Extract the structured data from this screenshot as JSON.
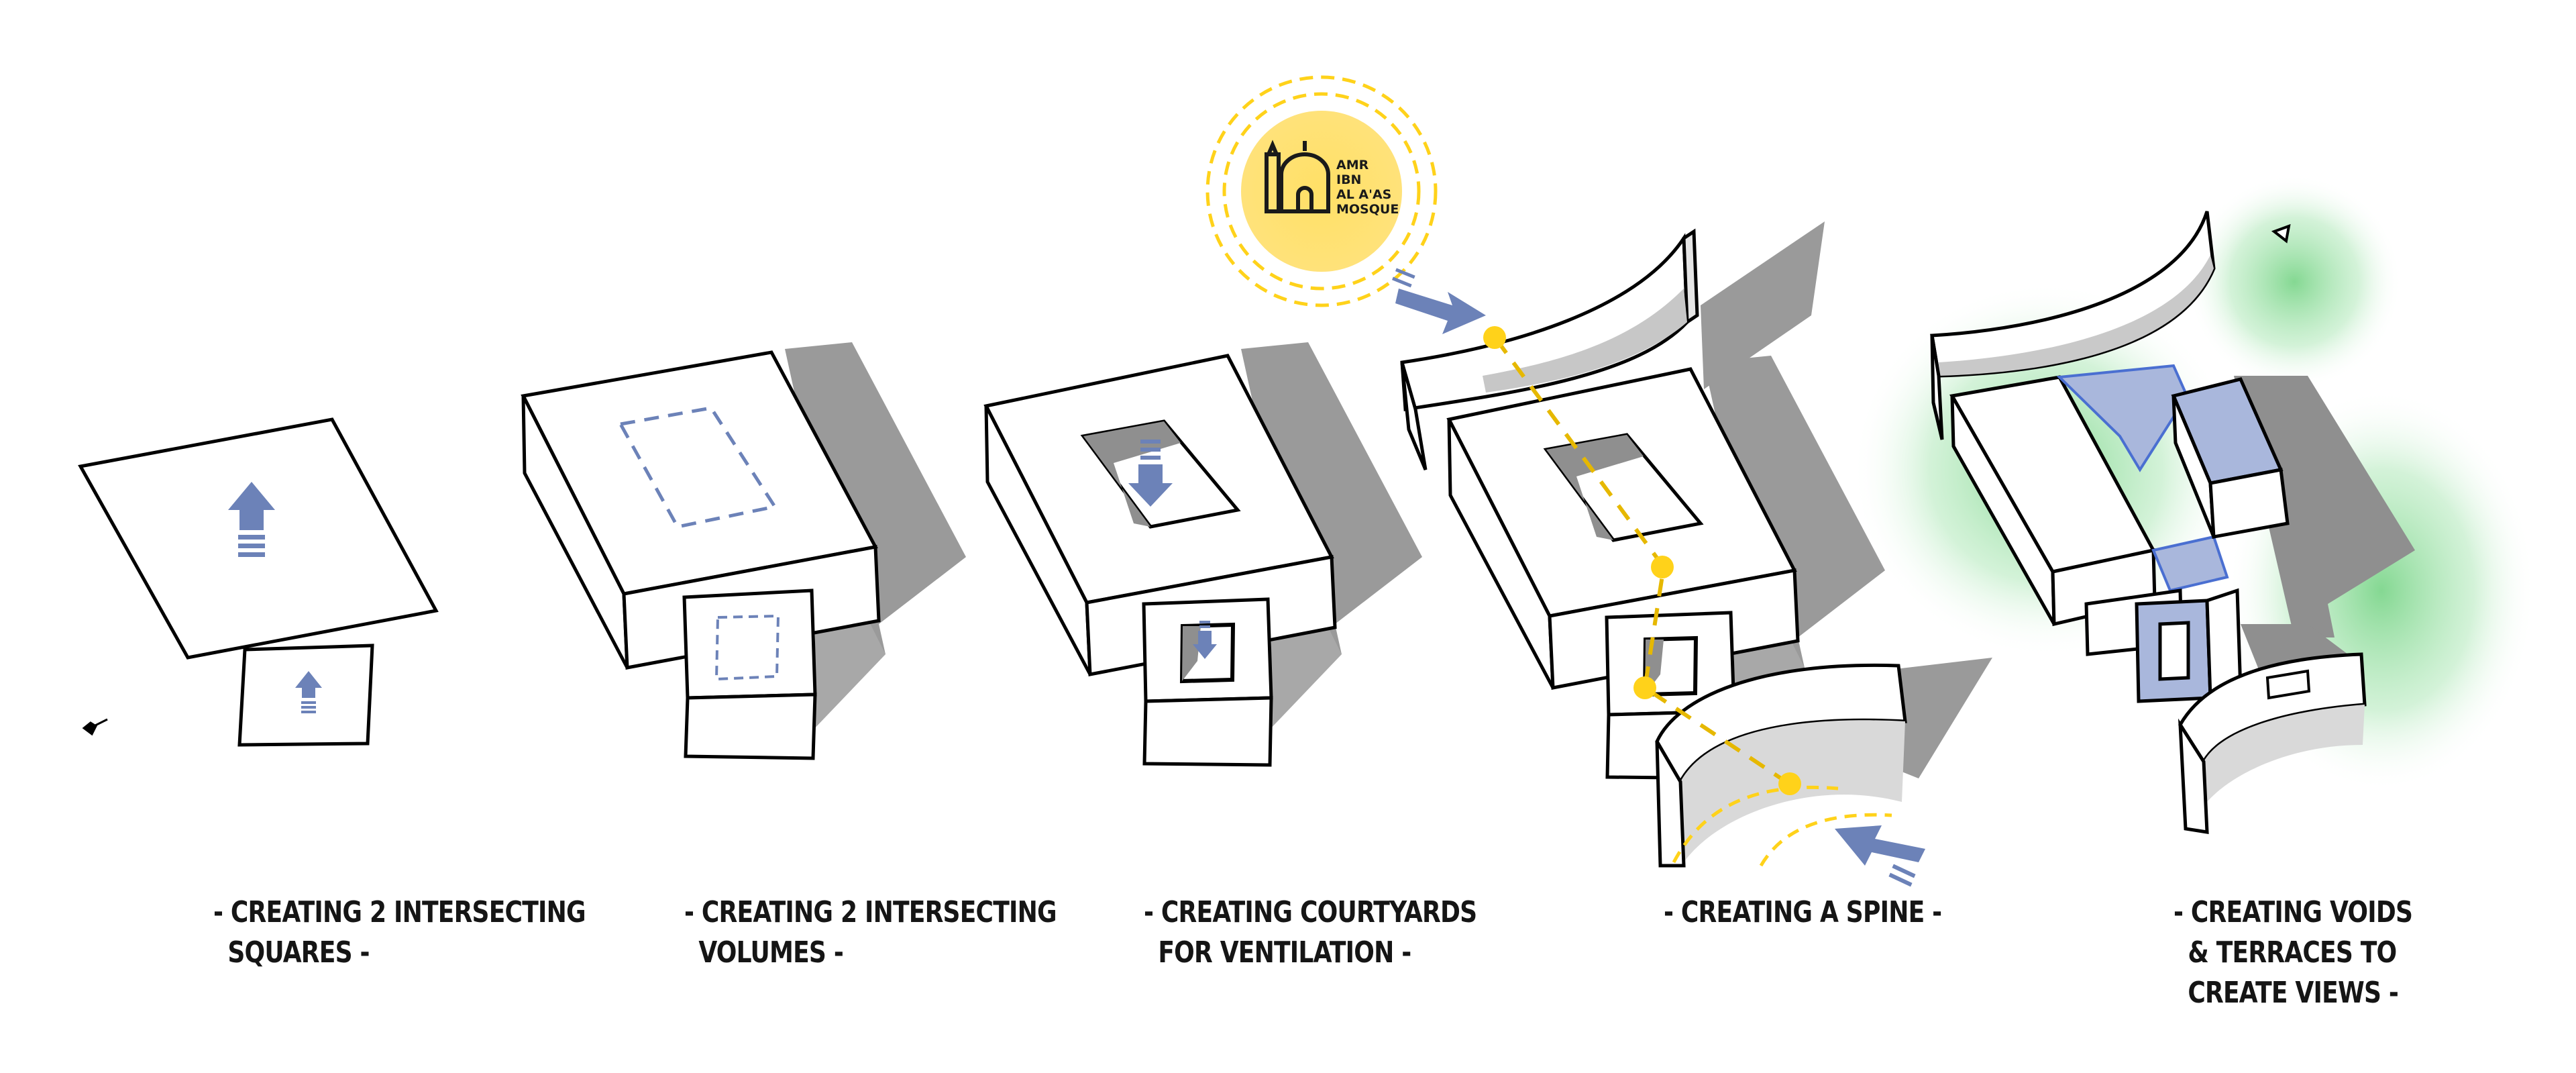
{
  "steps": [
    {
      "caption_line1": "- CREATING 2 INTERSECTING",
      "caption_line2": "SQUARES -"
    },
    {
      "caption_line1": "- CREATING 2 INTERSECTING",
      "caption_line2": "VOLUMES -"
    },
    {
      "caption_line1": "- CREATING COURTYARDS",
      "caption_line2": "FOR VENTILATION -"
    },
    {
      "caption_line1": "- CREATING A SPINE -",
      "caption_line2": ""
    },
    {
      "caption_line1": "- CREATING VOIDS",
      "caption_line2": "& TERRACES TO",
      "caption_line3": "CREATE VIEWS -"
    }
  ],
  "landmark": {
    "line1": "AMR",
    "line2": "IBN",
    "line3": "AL A'AS",
    "line4": "MOSQUE",
    "icon": "mosque-icon"
  },
  "colors": {
    "arrow_blue": "#6c82b8",
    "spine_yellow": "#ffd21a",
    "shadow_gray": "#9a9a9a",
    "glass_blue": "#a9b7dc",
    "green_view": "#7ed890"
  }
}
